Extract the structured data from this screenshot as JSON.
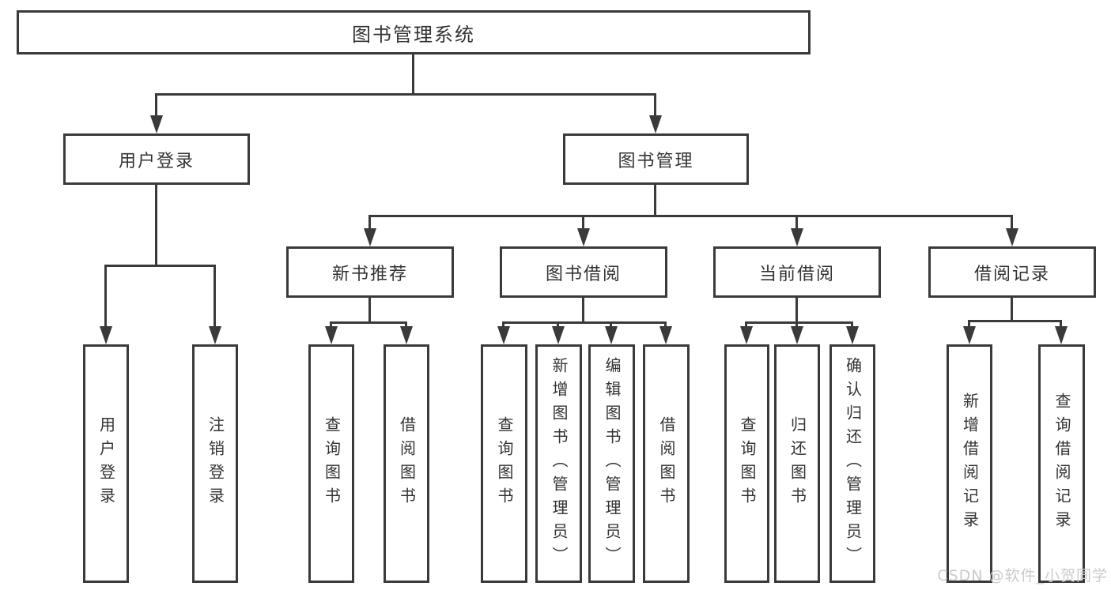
{
  "diagram": {
    "root": {
      "label": "图书管理系统"
    },
    "branches": [
      {
        "label": "用户登录",
        "children": [
          {
            "label": "用户登录"
          },
          {
            "label": "注销登录"
          }
        ]
      },
      {
        "label": "图书管理",
        "children": [
          {
            "label": "新书推荐",
            "children": [
              {
                "label": "查询图书"
              },
              {
                "label": "借阅图书"
              }
            ]
          },
          {
            "label": "图书借阅",
            "children": [
              {
                "label": "查询图书"
              },
              {
                "label": "新增图书（管理员）"
              },
              {
                "label": "编辑图书（管理员）"
              },
              {
                "label": "借阅图书"
              }
            ]
          },
          {
            "label": "当前借阅",
            "children": [
              {
                "label": "查询图书"
              },
              {
                "label": "归还图书"
              },
              {
                "label": "确认归还（管理员）"
              }
            ]
          },
          {
            "label": "借阅记录",
            "children": [
              {
                "label": "新增借阅记录"
              },
              {
                "label": "查询借阅记录"
              }
            ]
          }
        ]
      }
    ]
  },
  "colors": {
    "line": "#3a3a3a",
    "watermark": "#cbcbcf"
  },
  "watermark": {
    "text": "CSDN @软件_小贺同学"
  }
}
